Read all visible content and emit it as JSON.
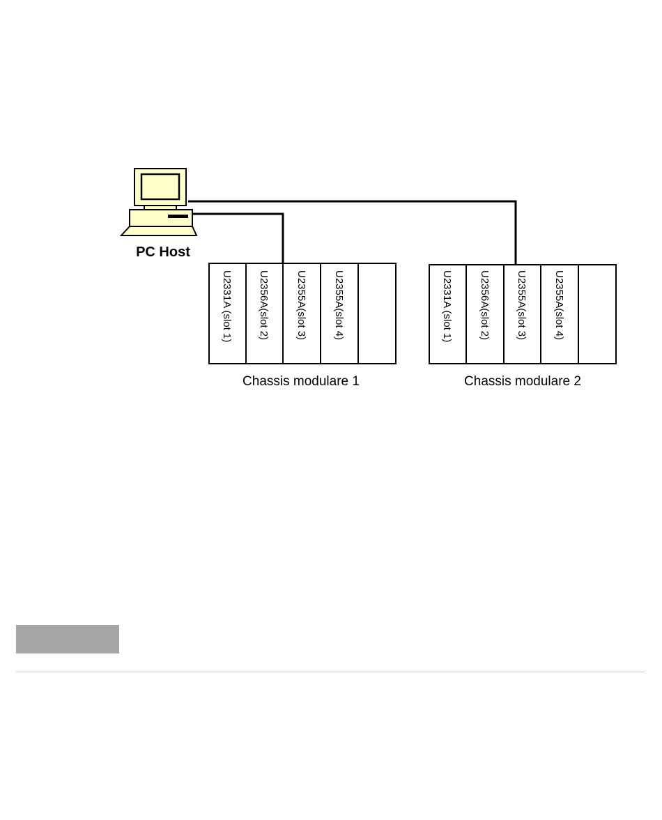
{
  "diagram": {
    "pc_host": {
      "label": "PC Host",
      "icon": "desktop-computer-icon"
    },
    "chassis": [
      {
        "label": "Chassis modulare 1",
        "slots": [
          "U2331A (slot 1)",
          "U2356A(slot 2)",
          "U2355A(slot 3)",
          "U2355A(slot 4)",
          ""
        ]
      },
      {
        "label": "Chassis modulare 2",
        "slots": [
          "U2331A (slot 1)",
          "U2356A(slot 2)",
          "U2355A(slot 3)",
          "U2355A(slot 4)",
          ""
        ]
      }
    ]
  },
  "colors": {
    "monitor_fill": "#ffffcc",
    "line": "#000000",
    "gray_tab": "#a6a6a6",
    "divider": "#c8c8c8"
  }
}
